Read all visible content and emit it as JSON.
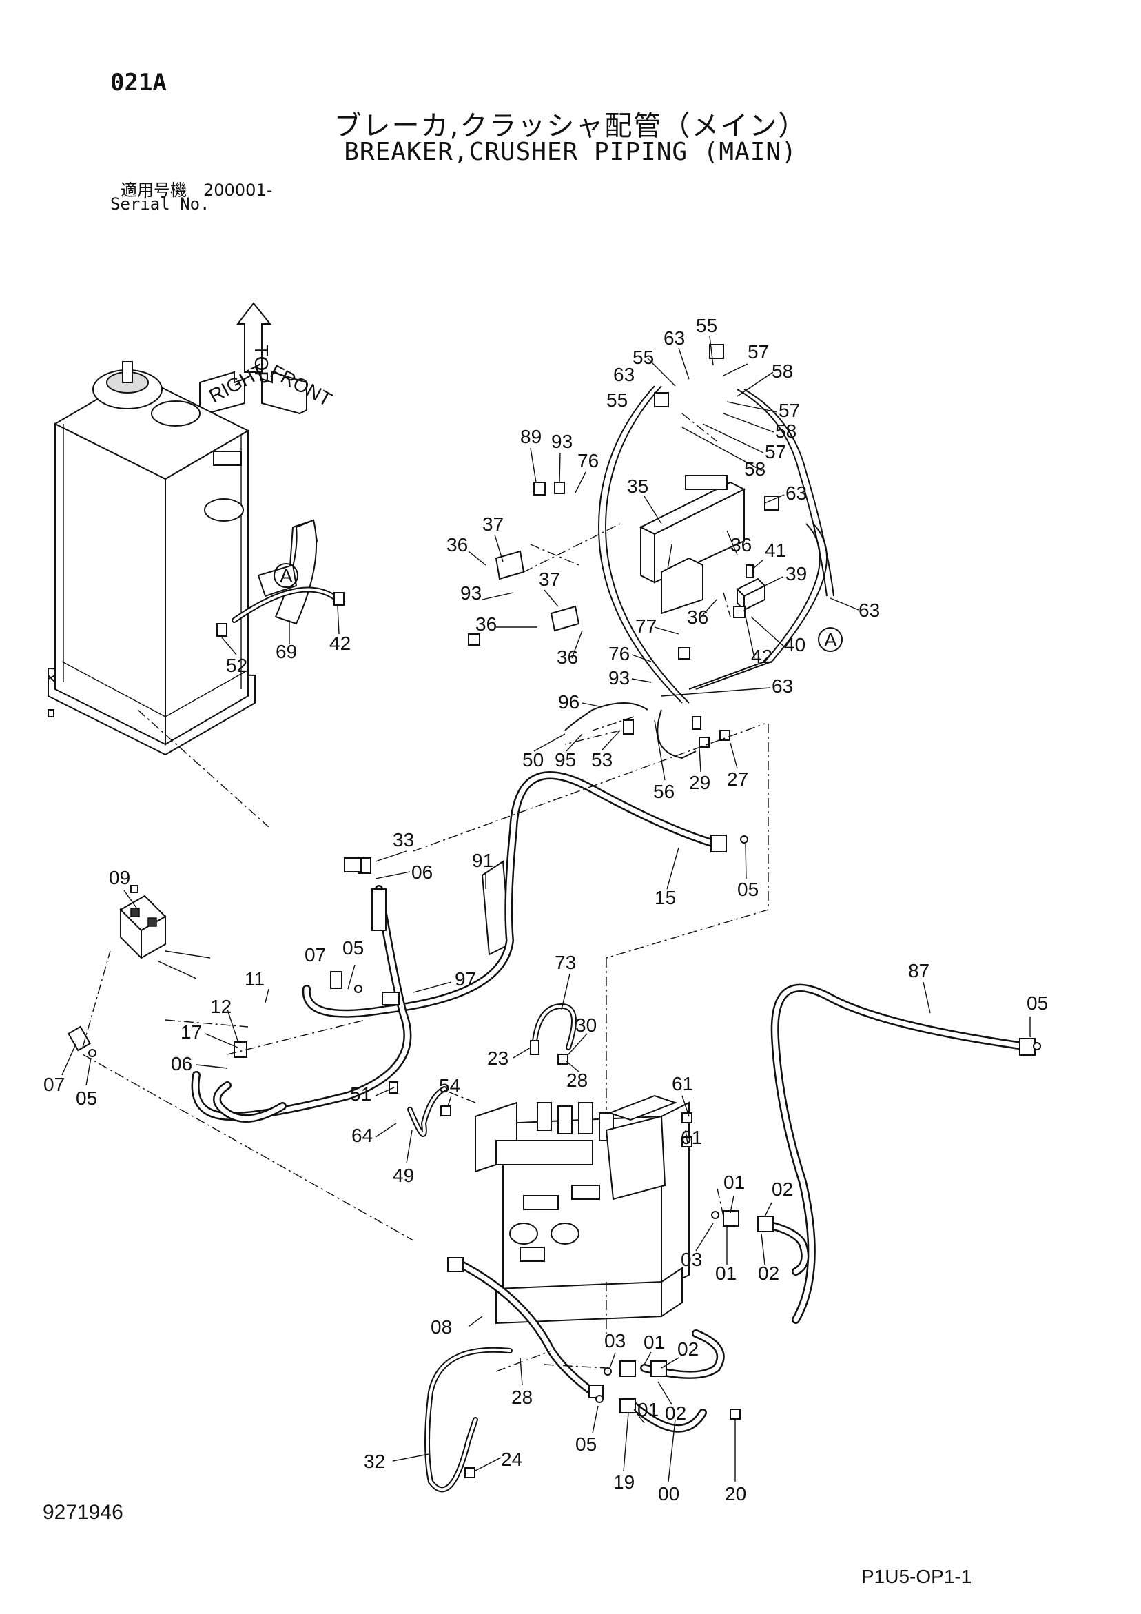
{
  "header": {
    "page_code": "021A",
    "title_jp": "ブレーカ,クラッシャ配管（メイン）",
    "title_en": "BREAKER,CRUSHER PIPING (MAIN)",
    "serial_label_jp": "適用号機　200001-",
    "serial_label_en": "Serial No."
  },
  "orientation_marker": {
    "labels": [
      "TOP",
      "FRONT",
      "RIGHT"
    ]
  },
  "ref_markers": [
    "A",
    "A"
  ],
  "callouts": [
    "55",
    "63",
    "55",
    "57",
    "63",
    "55",
    "58",
    "57",
    "58",
    "57",
    "58",
    "63",
    "89",
    "93",
    "76",
    "35",
    "37",
    "36",
    "36",
    "41",
    "39",
    "93",
    "37",
    "63",
    "36",
    "36",
    "36",
    "77",
    "42",
    "40",
    "76",
    "93",
    "63",
    "96",
    "50",
    "95",
    "53",
    "56",
    "29",
    "27",
    "69",
    "42",
    "52",
    "33",
    "06",
    "91",
    "15",
    "05",
    "09",
    "11",
    "12",
    "07",
    "05",
    "97",
    "73",
    "30",
    "23",
    "28",
    "87",
    "05",
    "17",
    "06",
    "07",
    "05",
    "51",
    "54",
    "64",
    "49",
    "61",
    "61",
    "01",
    "02",
    "03",
    "01",
    "02",
    "08",
    "03",
    "01",
    "02",
    "28",
    "02",
    "32",
    "24",
    "05",
    "01",
    "19",
    "00",
    "20"
  ],
  "footer": {
    "drawing_number": "9271946",
    "page_ref": "P1U5-OP1-1"
  }
}
